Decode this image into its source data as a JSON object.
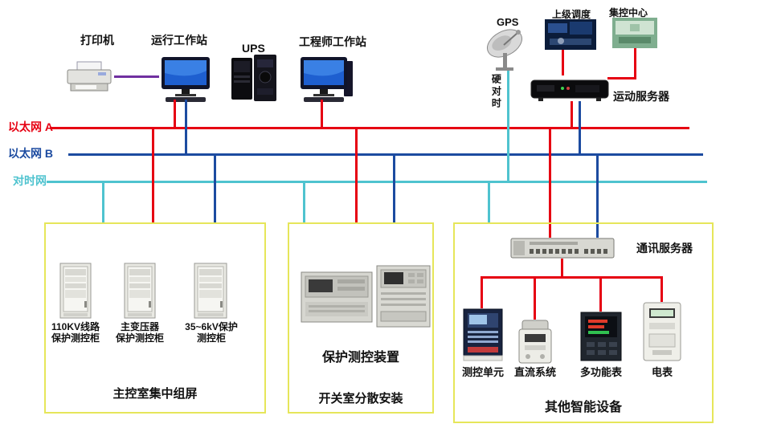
{
  "colors": {
    "ethernet_a": "#e60012",
    "ethernet_b": "#1c4ba0",
    "time_sync": "#4fc3cf",
    "printer_cable": "#7030a0",
    "group_box_border": "#e6e65a"
  },
  "top_row": {
    "printer_label": "打印机",
    "operator_workstation_label": "运行工作站",
    "ups_label": "UPS",
    "engineer_workstation_label": "工程师工作站",
    "gps_label": "GPS",
    "hard_time_sync_label": "硬对时",
    "superior_dispatch_label": "上级调度",
    "central_control_label": "集控中心",
    "telecontrol_server_label": "运动服务器"
  },
  "buses": {
    "ethernet_a_label": "以太网 A",
    "ethernet_b_label": "以太网 B",
    "time_sync_label": "对时网"
  },
  "left_group": {
    "title": "主控室集中组屏",
    "cabinets": [
      {
        "line1": "110KV线路",
        "line2": "保护测控柜"
      },
      {
        "line1": "主变压器",
        "line2": "保护测控柜"
      },
      {
        "line1": "35~6kV保护",
        "line2": "测控柜"
      }
    ]
  },
  "middle_group": {
    "title": "开关室分散安装",
    "device_label": "保护测控装置"
  },
  "right_group": {
    "title": "其他智能设备",
    "comm_server_label": "通讯服务器",
    "devices": [
      "测控单元",
      "直流系统",
      "多功能表",
      "电表"
    ]
  }
}
